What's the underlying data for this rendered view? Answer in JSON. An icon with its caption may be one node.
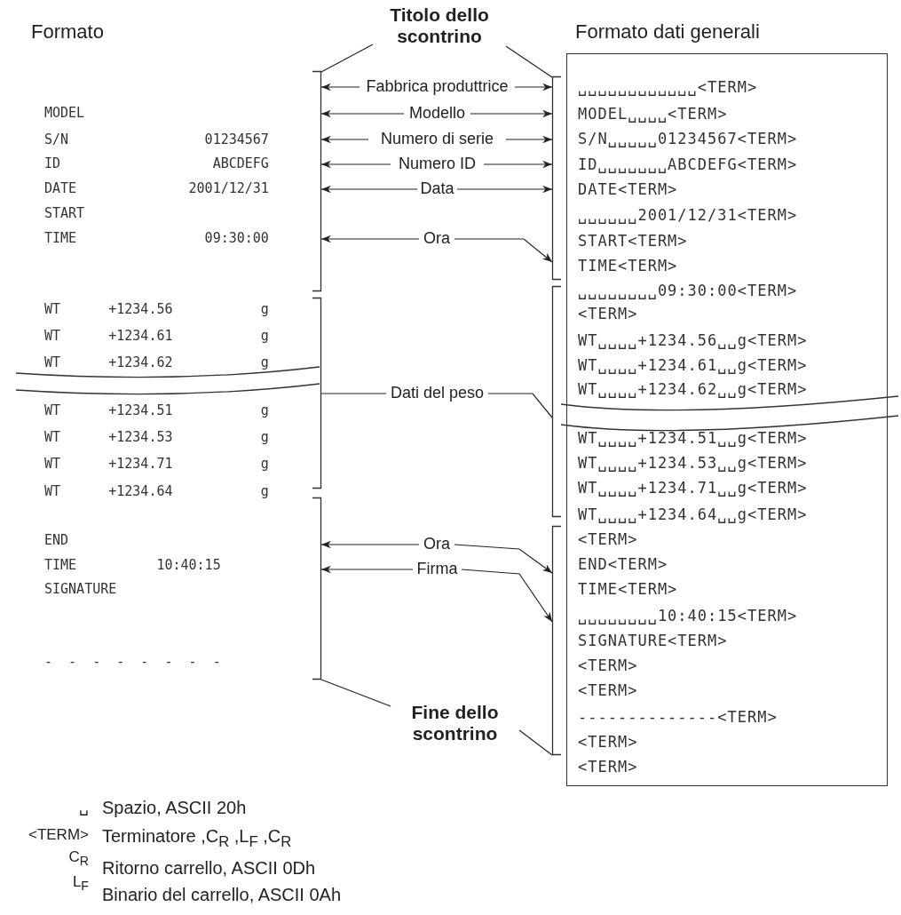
{
  "diagram": {
    "nodes": [
      {
        "text": [
          "Formato",
          "MODEL",
          "S/N                 01234567",
          "ID                   ABCDEFG",
          "DATE              2001/12/31",
          "START",
          "TIME                09:30:00",
          "WT      +1234.56           g",
          "WT      +1234.61           g",
          "WT      +1234.62           g",
          "WT      +1234.51           g",
          "WT      +1234.53           g",
          "WT      +1234.71           g",
          "WT      +1234.64           g",
          "END",
          "TIME          10:40:15",
          "SIGNATURE",
          "-  -  -  -  -  -  -  -"
        ]
      },
      {
        "text": [
          "Formato dati generali",
          "␣␣␣␣␣␣␣␣␣␣␣␣<TERM>",
          "MODEL␣␣␣␣<TERM>",
          "S/N␣␣␣␣␣01234567<TERM>",
          "ID␣␣␣␣␣␣␣ABCDEFG<TERM>",
          "DATE<TERM>",
          "␣␣␣␣␣␣2001/12/31<TERM>",
          "START<TERM>",
          "TIME<TERM>",
          "␣␣␣␣␣␣␣␣09:30:00<TERM>",
          "<TERM>",
          "WT␣␣␣␣+1234.56␣␣g<TERM>",
          "WT␣␣␣␣+1234.61␣␣g<TERM>",
          "WT␣␣␣␣+1234.62␣␣g<TERM>",
          "WT␣␣␣␣+1234.51␣␣g<TERM>",
          "WT␣␣␣␣+1234.53␣␣g<TERM>",
          "WT␣␣␣␣+1234.71␣␣g<TERM>",
          "WT␣␣␣␣+1234.64␣␣g<TERM>",
          "<TERM>",
          "END<TERM>",
          "TIME<TERM>",
          "␣␣␣␣␣␣␣␣10:40:15<TERM>",
          "SIGNATURE<TERM>",
          "<TERM>",
          "<TERM>",
          "--------------<TERM>",
          "<TERM>",
          "<TERM>"
        ]
      },
      {
        "text": [
          "Titolo dello scontrino"
        ]
      },
      {
        "text": [
          "Fabbrica produttrice"
        ]
      },
      {
        "text": [
          "Modello"
        ]
      },
      {
        "text": [
          "Numero di serie"
        ]
      },
      {
        "text": [
          "Numero ID"
        ]
      },
      {
        "text": [
          "Data"
        ]
      },
      {
        "text": [
          "Ora"
        ]
      },
      {
        "text": [
          "Dati del peso"
        ]
      },
      {
        "text": [
          "Ora"
        ]
      },
      {
        "text": [
          "Firma"
        ]
      },
      {
        "text": [
          "Fine dello scontrino"
        ]
      },
      {
        "text": [],
        "shape": "bracket"
      },
      {
        "text": [],
        "shape": "bracket"
      },
      {
        "text": [],
        "shape": "bracket"
      },
      {
        "text": [],
        "shape": "bracket"
      },
      {
        "text": [],
        "shape": "bracket"
      },
      {
        "text": [],
        "shape": "bracket"
      }
    ],
    "edges": [
      {
        "from": 2,
        "to": 13,
        "arrow": "none"
      },
      {
        "from": 2,
        "to": 16,
        "arrow": "none"
      },
      {
        "from": 3,
        "to": 13,
        "arrow": "to"
      },
      {
        "from": 3,
        "to": 16,
        "arrow": "to"
      },
      {
        "from": 4,
        "to": 13,
        "arrow": "to"
      },
      {
        "from": 4,
        "to": 16,
        "arrow": "to"
      },
      {
        "from": 5,
        "to": 13,
        "arrow": "to"
      },
      {
        "from": 5,
        "to": 16,
        "arrow": "to"
      },
      {
        "from": 6,
        "to": 13,
        "arrow": "to"
      },
      {
        "from": 6,
        "to": 16,
        "arrow": "to"
      },
      {
        "from": 7,
        "to": 13,
        "arrow": "to"
      },
      {
        "from": 7,
        "to": 16,
        "arrow": "to"
      },
      {
        "from": 8,
        "to": 13,
        "arrow": "to"
      },
      {
        "from": 8,
        "to": 16,
        "arrow": "to"
      },
      {
        "from": 9,
        "to": 14,
        "arrow": "none"
      },
      {
        "from": 9,
        "to": 17,
        "arrow": "none"
      },
      {
        "from": 10,
        "to": 15,
        "arrow": "to"
      },
      {
        "from": 10,
        "to": 18,
        "arrow": "to"
      },
      {
        "from": 11,
        "to": 15,
        "arrow": "to"
      },
      {
        "from": 11,
        "to": 18,
        "arrow": "to"
      },
      {
        "from": 12,
        "to": 15,
        "arrow": "none"
      },
      {
        "from": 12,
        "to": 18,
        "arrow": "none"
      }
    ],
    "labels": [
      "␣",
      "Spazio, ASCII 20h",
      "<TERM>",
      "Terminatore ,C$_{R}$ ,L$_{F}$ ,C$_{R}$",
      "C$_{R}$",
      "Ritorno carrello, ASCII 0Dh",
      "L$_{F}$",
      "Binario del carrello, ASCII 0Ah"
    ]
  }
}
